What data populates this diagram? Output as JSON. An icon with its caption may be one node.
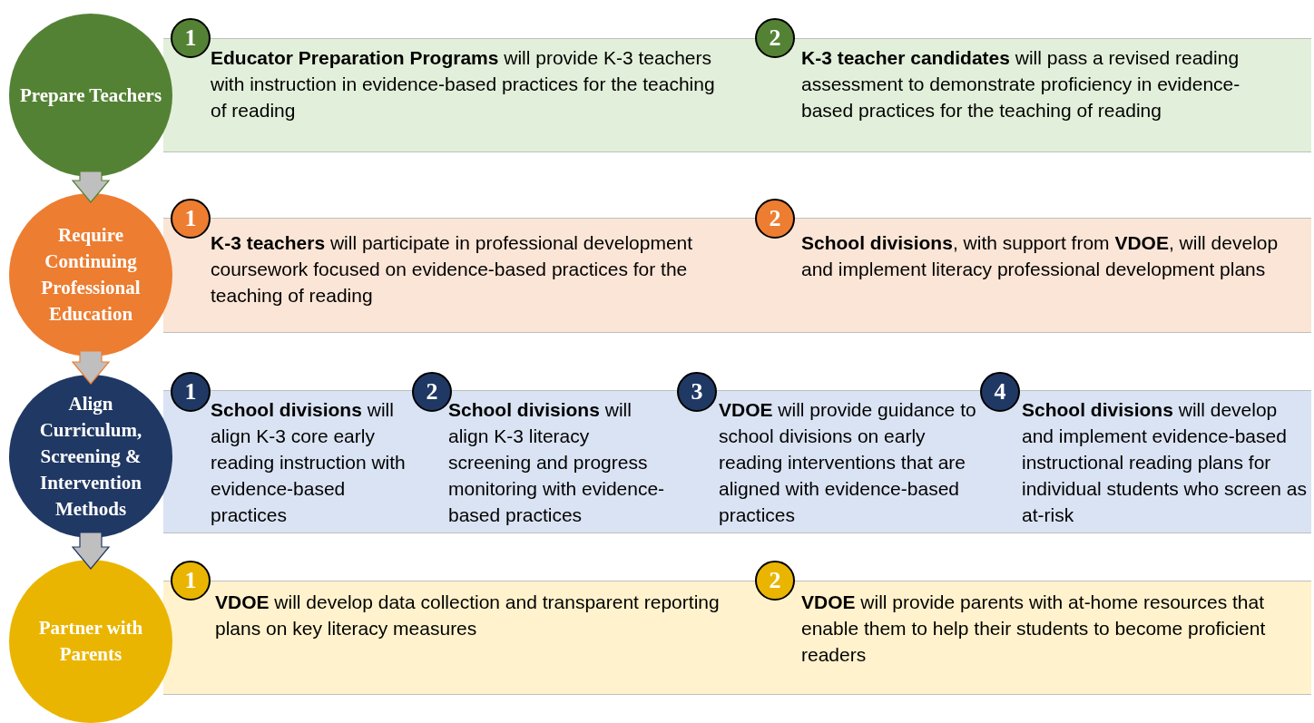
{
  "diagram": {
    "nodes": [
      {
        "text": [
          "Prepare Teachers"
        ]
      },
      {
        "text": [
          "**Educator Preparation Programs** will provide K-3 teachers with instruction in evidence-based practices for the teaching of reading",
          "**K-3 teacher candidates** will pass a revised reading assessment to demonstrate proficiency in evidence-based practices for the teaching of reading"
        ]
      },
      {
        "text": [
          "1"
        ]
      },
      {
        "text": [
          "2"
        ]
      },
      {
        "text": [
          "Require Continuing Professional Education"
        ]
      },
      {
        "text": [
          "**K-3 teachers** will participate in professional development coursework focused on evidence-based practices for the teaching of reading",
          "**School divisions**, with support from **VDOE**, will develop and implement literacy professional development plans"
        ]
      },
      {
        "text": [
          "1"
        ]
      },
      {
        "text": [
          "2"
        ]
      },
      {
        "text": [
          "Align Curriculum, Screening & Intervention Methods"
        ]
      },
      {
        "text": [
          "**School divisions** will align K-3 core early reading instruction with evidence-based practices",
          "**School divisions** will align K-3 literacy screening and progress monitoring with evidence-based practices",
          "**VDOE** will provide guidance to school divisions on early reading interventions that are aligned with evidence-based practices",
          "**School divisions** will develop and implement evidence-based instructional reading plans for individual students who screen as at-risk"
        ]
      },
      {
        "text": [
          "1"
        ]
      },
      {
        "text": [
          "2"
        ]
      },
      {
        "text": [
          "3"
        ]
      },
      {
        "text": [
          "4"
        ]
      },
      {
        "text": [
          "Partner with Parents"
        ]
      },
      {
        "text": [
          "**VDOE** will develop data collection and transparent reporting plans on key literacy measures",
          "**VDOE** will provide parents with at-home resources that enable them to help their students to become proficient readers"
        ]
      },
      {
        "text": [
          "1"
        ]
      },
      {
        "text": [
          "2"
        ]
      }
    ],
    "edges": [
      {
        "from": 0,
        "to": 4,
        "arrow": "to"
      },
      {
        "from": 4,
        "to": 8,
        "arrow": "to"
      },
      {
        "from": 8,
        "to": 14,
        "arrow": "to"
      }
    ]
  }
}
